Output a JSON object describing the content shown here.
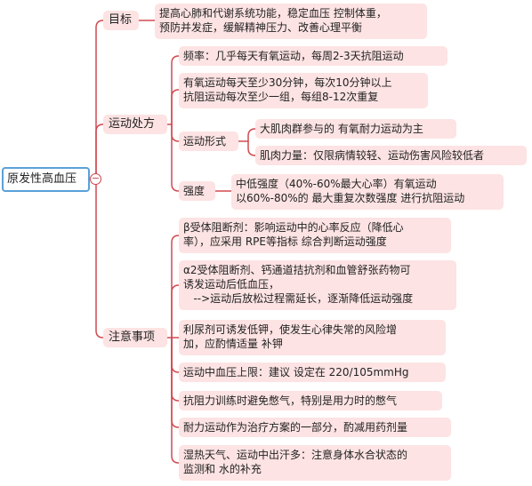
{
  "colors": {
    "link": "#d14a51",
    "node_fill": "#fde3e3",
    "root_border": "#5aa0d8"
  },
  "root": {
    "label": "原发性高血压",
    "collapse_icon": "minus-circle-icon",
    "collapse_glyph": "−"
  },
  "branches": [
    {
      "label": "目标",
      "children": [
        {
          "lines": [
            "提高心肺和代谢系统功能，稳定血压 控制体重，",
            "预防并发症，缓解精神压力、改善心理平衡"
          ]
        }
      ]
    },
    {
      "label": "运动处方",
      "children": [
        {
          "lines": [
            "频率：几乎每天有氧运动，每周2-3天抗阻运动"
          ]
        },
        {
          "lines": [
            "有氧运动每天至少30分钟，每次10分钟以上",
            "抗阻运动每次至少一组，每组8-12次重复"
          ]
        },
        {
          "label": "运动形式",
          "children": [
            {
              "lines": [
                "大肌肉群参与的 有氧耐力运动为主"
              ]
            },
            {
              "lines": [
                "肌肉力量：仅限病情较轻、运动伤害风险较低者"
              ]
            }
          ]
        },
        {
          "label": "强度",
          "children": [
            {
              "lines": [
                "中低强度（40%-60%最大心率）有氧运动",
                "以60%-80%的 最大重复次数强度 进行抗阻运动"
              ]
            }
          ]
        }
      ]
    },
    {
      "label": "注意事项",
      "children": [
        {
          "lines": [
            "β受体阻断剂：影响运动中的心率反应（降低心",
            "率），应采用 RPE等指标 综合判断运动强度"
          ]
        },
        {
          "lines": [
            "α2受体阻断剂、钙通道拮抗剂和血管舒张药物可",
            "诱发运动后低血压，",
            "   -->运动后放松过程需延长，逐渐降低运动强度"
          ]
        },
        {
          "lines": [
            "利尿剂可诱发低钾，使发生心律失常的风险增",
            "加，应酌情适量 补钾"
          ]
        },
        {
          "lines": [
            "运动中血压上限：建议 设定在 220/105mmHg"
          ]
        },
        {
          "lines": [
            "抗阻力训练时避免憋气，特别是用力时的憋气"
          ]
        },
        {
          "lines": [
            "耐力运动作为治疗方案的一部分，酌减用药剂量"
          ]
        },
        {
          "lines": [
            "湿热天气、运动中出汗多：注意身体水合状态的",
            "监测和 水的补充"
          ]
        }
      ]
    }
  ]
}
